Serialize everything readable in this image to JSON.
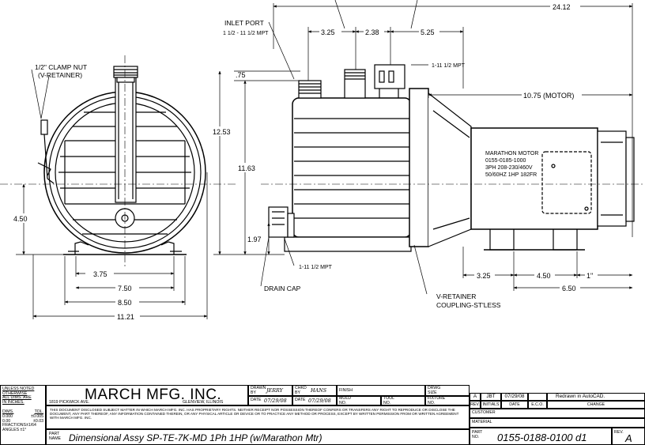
{
  "drawing": {
    "callouts": {
      "clamp_nut_line1": "1/2\" CLAMP NUT",
      "clamp_nut_line2": "(V-RETAINER)",
      "inlet_port_line1": "INLET PORT",
      "inlet_port_line2": "1 1/2 - 11 1/2 MPT",
      "top_port_thread": "1-11 1/2 MPT",
      "drain_thread": "1-11 1/2 MPT",
      "drain_cap": "DRAIN CAP",
      "coupling_line1": "V-RETAINER",
      "coupling_line2": "COUPLING-ST'LESS",
      "motor_line1": "MARATHON MOTOR",
      "motor_line2": "0155-0185-1000",
      "motor_line3": "3PH 208-230/460V",
      "motor_line4": "50/60HZ 1HP 182FR"
    },
    "dimensions": {
      "overall_length": "24.12",
      "inlet_to_port": "3.25",
      "port_spacing": "2.38",
      "port_to_flange": "5.25",
      "motor_length": "10.75 (MOTOR)",
      "inlet_offset": ".75",
      "overall_height": "12.53",
      "centerline_height": "11.63",
      "drain_height": "1.97",
      "shaft_height": "4.50",
      "foot_inner": "3.75",
      "foot_outer": "7.50",
      "base_width": "8.50",
      "overall_width": "11.21",
      "motor_foot_offset": "3.25",
      "motor_foot_spacing": "4.50",
      "motor_foot_end": "1\"",
      "motor_foot_total": "6.50"
    }
  },
  "title_block": {
    "tolerance": {
      "l1": "UNLESS NOTED",
      "l2": "OTHERWISE",
      "l3": "ALL DIMS. ARE",
      "l4": "IN INCHES.",
      "dims_hdr": "DIMS.",
      "tol_hdr": "TOL.",
      "r1_dim": "0.000",
      "r1_tol": "±0.005",
      "r2_dim": "0.00",
      "r2_tol": "±0.03",
      "r3": "FRACTIONS±1/64",
      "r4": "ANGLES ±1°"
    },
    "company": "MARCH MFG. INC.",
    "address": "1819 PICKWICK AVE.",
    "city": "GLENVIEW, ILLINOIS",
    "disclaimer": "THIS DOCUMENT DISCLOSED SUBJECT MATTER IN WHICH MARCH MFG. INC. HAS PROPRIETARY RIGHTS. NEITHER RECEIPT NOR POSSESSION THEREOF CONFERS OR TRANSFERS ANY RIGHT TO REPRODUCE OR DISCLOSE THE DOCUMENT, ANY PART THEREOF, ANY INFORMATION CONTAINED THEREIN, OR ANY PHYSICAL ARTICLE OR DEVICE OR TO PRACTICE ANY METHOD OR PROCESS, EXCEPT BY WRITTEN PERMISSION FROM OR WRITTEN AGREEMENT WITH MARCH MFG. INC.",
    "drawn_by_label": "DRAWN BY",
    "drawn_by": "JERRY",
    "checked_by_label": "CHKD BY",
    "checked_by": "HANS",
    "finish_label": "FINISH",
    "drwg_size_label": "DRWG SIZE",
    "date_label": "DATE",
    "drawn_date": "07/29/08",
    "checked_date": "07/29/08",
    "mold_label": "MOLD NO.",
    "tool_label": "TOOL NO.",
    "fixture_label": "FIXTURE NO.",
    "part_name_label": "PART NAME",
    "part_name": "Dimensional Assy SP-TE-7K-MD 1Ph 1HP (w/Marathon Mtr)",
    "revision": {
      "rev": "A",
      "initials": "JBT",
      "date": "07/29/08",
      "change": "Redrawn in AutoCAD.",
      "hdr_rev": "REV.",
      "hdr_initials": "INITIALS",
      "hdr_date": "DATE",
      "hdr_eco": "E.C.O.",
      "hdr_change": "CHANGE"
    },
    "customer_label": "CUSTOMER",
    "material_label": "MATERIAL",
    "part_no_label": "PART NO.",
    "part_no": "0155-0188-0100 d1",
    "rev_label": "REV.",
    "rev_value": "A"
  }
}
